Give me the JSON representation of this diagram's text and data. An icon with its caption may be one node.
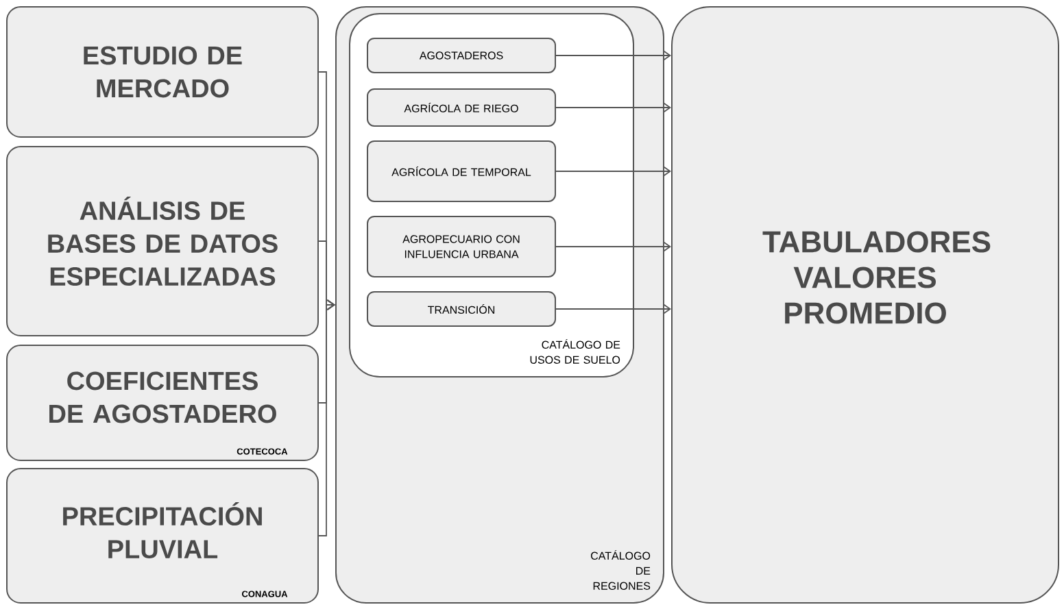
{
  "diagram": {
    "nodes": [
      {
        "text": [
          "ESTUDIO DE MERCADO"
        ]
      },
      {
        "text": [
          "ANÁLISIS DE BASES DE DATOS ESPECIALIZADAS"
        ]
      },
      {
        "text": [
          "COEFICIENTES DE AGOSTADERO",
          "COTECOCA"
        ]
      },
      {
        "text": [
          "PRECIPITACIÓN PLUVIAL",
          "CONAGUA"
        ]
      },
      {
        "text": [
          "CATÁLOGO DE REGIONES"
        ]
      },
      {
        "text": [
          "CATÁLOGO DE USOS DE SUELO"
        ],
        "in": 4
      },
      {
        "text": [
          "AGOSTADEROS"
        ],
        "in": 5
      },
      {
        "text": [
          "AGRÍCOLA DE RIEGO"
        ],
        "in": 5
      },
      {
        "text": [
          "AGRÍCOLA DE TEMPORAL"
        ],
        "in": 5
      },
      {
        "text": [
          "AGROPECUARIO CON INFLUENCIA URBANA"
        ],
        "in": 5
      },
      {
        "text": [
          "TRANSICIÓN"
        ],
        "in": 5
      },
      {
        "text": [
          "TABULADORES VALORES PROMEDIO"
        ]
      }
    ],
    "edges": [
      {
        "from": 0,
        "to": 4,
        "arrow": "to"
      },
      {
        "from": 1,
        "to": 4,
        "arrow": "to"
      },
      {
        "from": 2,
        "to": 4,
        "arrow": "to"
      },
      {
        "from": 3,
        "to": 4,
        "arrow": "to"
      },
      {
        "from": 6,
        "to": 11,
        "arrow": "to"
      },
      {
        "from": 7,
        "to": 11,
        "arrow": "to"
      },
      {
        "from": 8,
        "to": 11,
        "arrow": "to"
      },
      {
        "from": 9,
        "to": 11,
        "arrow": "to"
      },
      {
        "from": 10,
        "to": 11,
        "arrow": "to"
      }
    ]
  }
}
